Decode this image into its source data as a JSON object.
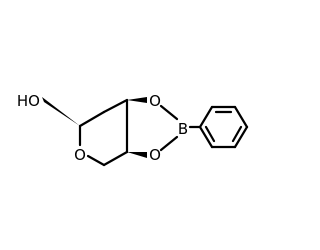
{
  "diagram": {
    "atoms": {
      "hydroxyl": "HO",
      "ring_oxygen": "O",
      "dioxaborole_oxygen_top": "O",
      "dioxaborole_oxygen_bottom": "O",
      "boron": "B"
    }
  }
}
